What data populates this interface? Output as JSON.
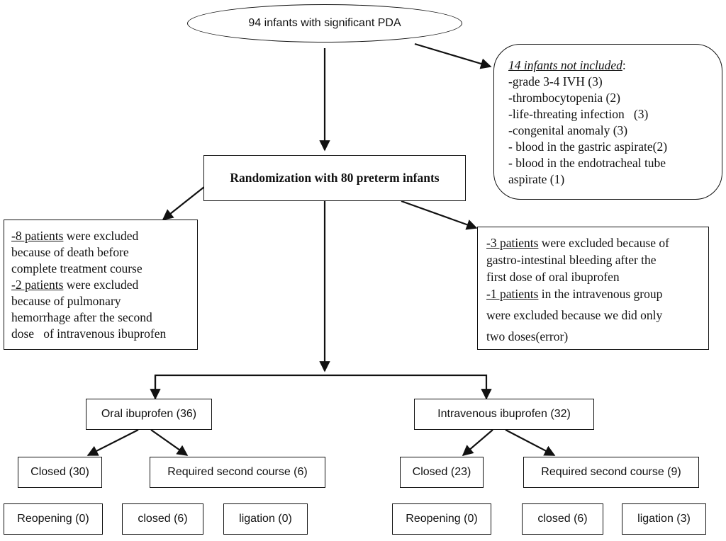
{
  "start": {
    "label": "94 infants with significant PDA"
  },
  "not_included": {
    "heading": "14 infants not included",
    "heading_suffix": ":",
    "items": [
      "-grade 3-4 IVH (3)",
      "-thrombocytopenia (2)",
      "-life-threating infection   (3)",
      "-congenital anomaly (3)",
      "- blood in the gastric aspirate(2)",
      "- blood in the endotracheal tube",
      "aspirate (1)"
    ]
  },
  "randomization": {
    "label": "Randomization with 80 preterm infants"
  },
  "excluded_left": {
    "a_prefix": "-8 patients",
    "a_rest": " were excluded",
    "a_lines": [
      "because of death before",
      "complete treatment course"
    ],
    "b_prefix": "-2 patients",
    "b_rest": " were excluded",
    "b_lines": [
      "because of pulmonary",
      "hemorrhage after the second",
      "dose   of intravenous ibuprofen"
    ]
  },
  "excluded_right": {
    "a_prefix": "-3 patients",
    "a_rest": " were excluded because of",
    "a_lines": [
      "gastro-intestinal bleeding after the",
      "first dose of oral ibuprofen"
    ],
    "b_prefix": "-1 patients",
    "b_rest": " in the intravenous group",
    "b_lines": [
      "were excluded because we did only",
      "two doses(error)"
    ]
  },
  "oral": {
    "label": "Oral ibuprofen (36)",
    "closed": "Closed (30)",
    "second_course": "Required second course (6)",
    "reopening": "Reopening (0)",
    "closed_after": "closed (6)",
    "ligation": "ligation (0)"
  },
  "iv": {
    "label": "Intravenous ibuprofen (32)",
    "closed": "Closed (23)",
    "second_course": "Required second course (9)",
    "reopening": "Reopening (0)",
    "closed_after": "closed (6)",
    "ligation": "ligation (3)"
  }
}
